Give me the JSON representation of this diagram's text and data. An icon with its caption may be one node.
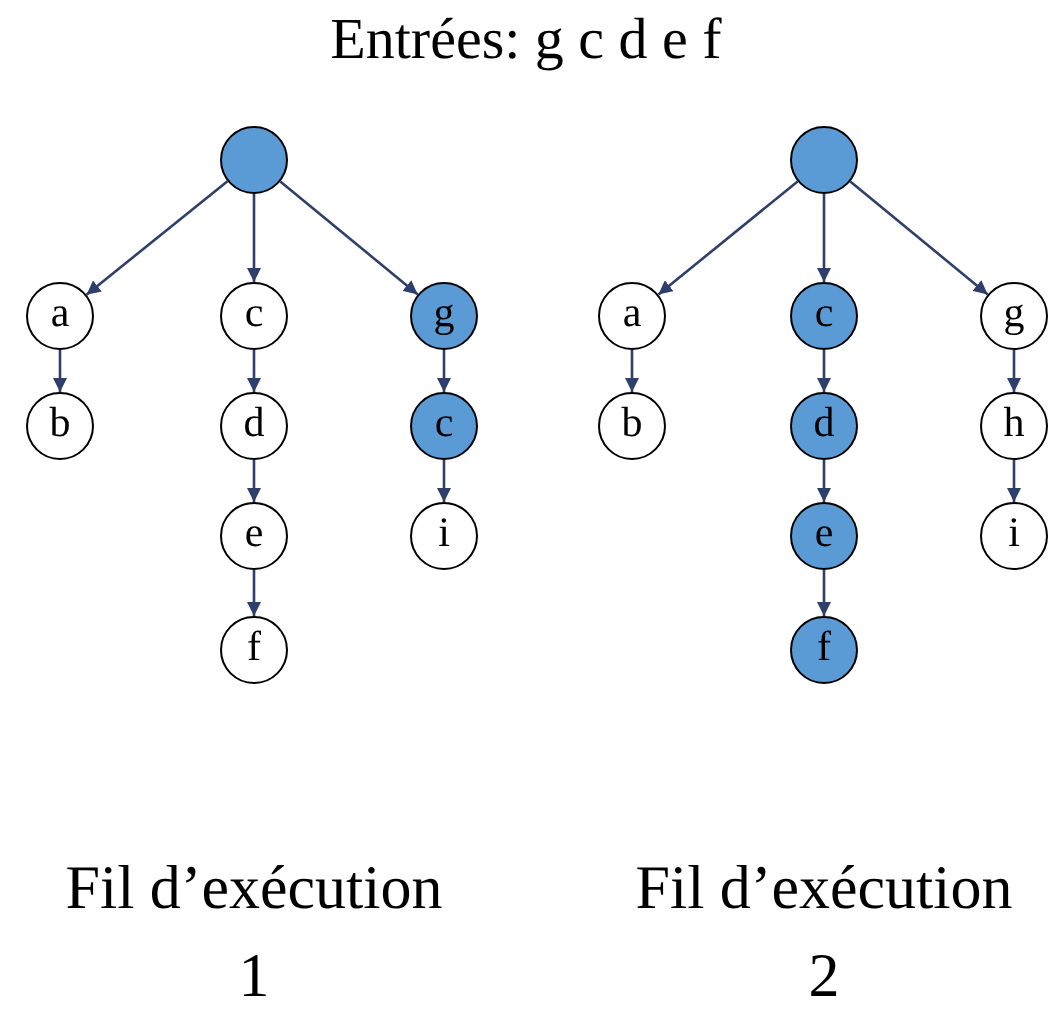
{
  "diagram": {
    "title": "Entrées: g c d e f",
    "nodes": [
      {
        "text": [],
        "shape": "circle"
      },
      {
        "text": [
          "a"
        ]
      },
      {
        "text": [
          "c"
        ]
      },
      {
        "text": [
          "g"
        ]
      },
      {
        "text": [
          "b"
        ]
      },
      {
        "text": [
          "d"
        ]
      },
      {
        "text": [
          "c"
        ]
      },
      {
        "text": [
          "e"
        ]
      },
      {
        "text": [
          "i"
        ]
      },
      {
        "text": [
          "f"
        ]
      },
      {
        "text": [],
        "shape": "circle"
      },
      {
        "text": [
          "a"
        ]
      },
      {
        "text": [
          "c"
        ]
      },
      {
        "text": [
          "g"
        ]
      },
      {
        "text": [
          "b"
        ]
      },
      {
        "text": [
          "d"
        ]
      },
      {
        "text": [
          "h"
        ]
      },
      {
        "text": [
          "e"
        ]
      },
      {
        "text": [
          "i"
        ]
      },
      {
        "text": [
          "f"
        ]
      }
    ],
    "edges": [
      {
        "from": 0,
        "to": 1,
        "arrow": "to"
      },
      {
        "from": 0,
        "to": 2,
        "arrow": "to"
      },
      {
        "from": 0,
        "to": 3,
        "arrow": "to"
      },
      {
        "from": 1,
        "to": 4,
        "arrow": "to"
      },
      {
        "from": 2,
        "to": 5,
        "arrow": "to"
      },
      {
        "from": 3,
        "to": 6,
        "arrow": "to"
      },
      {
        "from": 5,
        "to": 7,
        "arrow": "to"
      },
      {
        "from": 6,
        "to": 8,
        "arrow": "to"
      },
      {
        "from": 7,
        "to": 9,
        "arrow": "to"
      },
      {
        "from": 10,
        "to": 11,
        "arrow": "to"
      },
      {
        "from": 10,
        "to": 12,
        "arrow": "to"
      },
      {
        "from": 10,
        "to": 13,
        "arrow": "to"
      },
      {
        "from": 11,
        "to": 14,
        "arrow": "to"
      },
      {
        "from": 12,
        "to": 15,
        "arrow": "to"
      },
      {
        "from": 13,
        "to": 16,
        "arrow": "to"
      },
      {
        "from": 15,
        "to": 17,
        "arrow": "to"
      },
      {
        "from": 16,
        "to": 18,
        "arrow": "to"
      },
      {
        "from": 17,
        "to": 19,
        "arrow": "to"
      }
    ],
    "labels": [
      "Fil d’exécution 1",
      "Fil d’exécution 2"
    ]
  }
}
